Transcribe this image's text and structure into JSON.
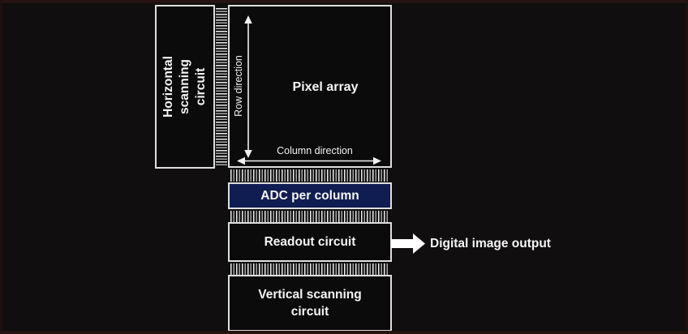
{
  "colors": {
    "background": "#100e0e",
    "frame_edge": "#241312",
    "box_fill": "#0b0b0b",
    "box_border": "#dedede",
    "adc_fill": "#101d52",
    "text": "#f5f5f5",
    "hatch_bright": "#ececec",
    "hatch_dim": "#a8a8a8",
    "arrow": "#ffffff"
  },
  "blocks": {
    "horizontal_scanning": {
      "label": "Horizontal scanning\ncircuit"
    },
    "pixel_array": {
      "label": "Pixel array"
    },
    "adc": {
      "label": "ADC per column"
    },
    "readout": {
      "label": "Readout circuit"
    },
    "vertical_scanning": {
      "label": "Vertical scanning\ncircuit"
    }
  },
  "annotations": {
    "row_direction": "Row direction",
    "column_direction": "Column direction",
    "output": "Digital image output"
  }
}
